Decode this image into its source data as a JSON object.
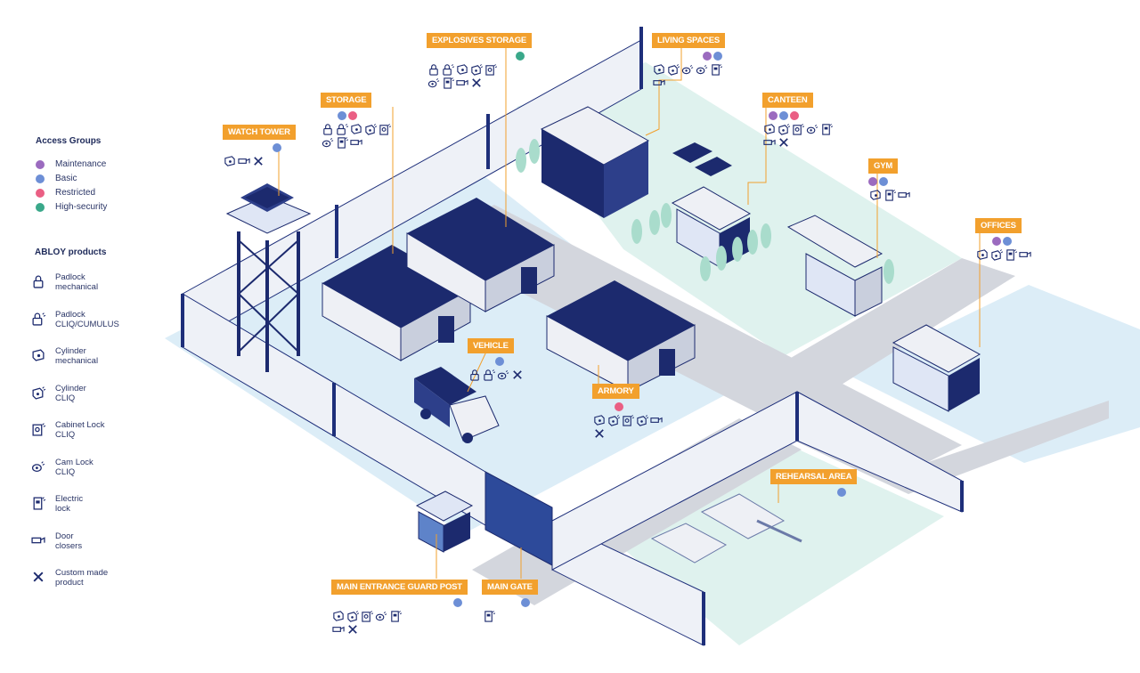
{
  "colors": {
    "maintenance": "#9b6bbf",
    "basic": "#6d8fd6",
    "restricted": "#ea5f84",
    "high_security": "#3aa88a",
    "tag": "#f2a02d",
    "navy": "#1c2a6e"
  },
  "legend": {
    "groups_title": "Access Groups",
    "groups": [
      {
        "key": "maintenance",
        "label": "Maintenance"
      },
      {
        "key": "basic",
        "label": "Basic"
      },
      {
        "key": "restricted",
        "label": "Restricted"
      },
      {
        "key": "high_security",
        "label": "High-security"
      }
    ],
    "products_title": "ABLOY products",
    "products": [
      {
        "icon": "padlock-mechanical-icon",
        "line1": "Padlock",
        "line2": "mechanical"
      },
      {
        "icon": "padlock-cliq-icon",
        "line1": "Padlock",
        "line2": "CLIQ/CUMULUS"
      },
      {
        "icon": "cylinder-mechanical-icon",
        "line1": "Cylinder",
        "line2": "mechanical"
      },
      {
        "icon": "cylinder-cliq-icon",
        "line1": "Cylinder",
        "line2": "CLIQ"
      },
      {
        "icon": "cabinet-lock-cliq-icon",
        "line1": "Cabinet Lock",
        "line2": "CLIQ"
      },
      {
        "icon": "cam-lock-cliq-icon",
        "line1": "Cam Lock",
        "line2": "CLIQ"
      },
      {
        "icon": "electric-lock-icon",
        "line1": "Electric",
        "line2": "lock"
      },
      {
        "icon": "door-closer-icon",
        "line1": "Door",
        "line2": "closers"
      },
      {
        "icon": "custom-product-icon",
        "line1": "Custom made",
        "line2": "product"
      }
    ]
  },
  "locations": {
    "watch_tower": {
      "label": "WATCH TOWER",
      "groups": [
        "basic"
      ],
      "products": [
        "cylinder-mechanical",
        "door-closer",
        "custom"
      ]
    },
    "storage": {
      "label": "STORAGE",
      "groups": [
        "basic",
        "restricted"
      ],
      "products": [
        "padlock-mechanical",
        "padlock-cliq",
        "cylinder-mechanical",
        "cylinder-cliq",
        "cabinet-lock",
        "cam-lock",
        "electric-lock",
        "door-closer"
      ]
    },
    "explosives_storage": {
      "label": "EXPLOSIVES STORAGE",
      "groups": [
        "high_security"
      ],
      "products": [
        "padlock-mechanical",
        "padlock-cliq",
        "cylinder-mechanical",
        "cylinder-cliq",
        "cabinet-lock",
        "cam-lock",
        "electric-lock",
        "door-closer",
        "custom"
      ]
    },
    "living_spaces": {
      "label": "LIVING SPACES",
      "groups": [
        "maintenance",
        "basic"
      ],
      "products": [
        "cylinder-mechanical",
        "cylinder-cliq",
        "cam-lock",
        "cam-lock",
        "electric-lock",
        "door-closer"
      ]
    },
    "canteen": {
      "label": "CANTEEN",
      "groups": [
        "maintenance",
        "basic",
        "restricted"
      ],
      "products": [
        "cylinder-mechanical",
        "cylinder-cliq",
        "cabinet-lock",
        "cam-lock",
        "electric-lock",
        "door-closer",
        "custom"
      ]
    },
    "gym": {
      "label": "GYM",
      "groups": [
        "maintenance",
        "basic"
      ],
      "products": [
        "cylinder-mechanical",
        "electric-lock",
        "door-closer"
      ]
    },
    "offices": {
      "label": "OFFICES",
      "groups": [
        "maintenance",
        "basic"
      ],
      "products": [
        "cylinder-mechanical",
        "cylinder-cliq",
        "electric-lock",
        "door-closer"
      ]
    },
    "vehicle": {
      "label": "VEHICLE",
      "groups": [
        "basic"
      ],
      "products": [
        "padlock-mechanical",
        "padlock-cliq",
        "cam-lock",
        "custom"
      ]
    },
    "armory": {
      "label": "ARMORY",
      "groups": [
        "restricted"
      ],
      "products": [
        "cylinder-mechanical",
        "cylinder-cliq",
        "cabinet-lock",
        "cylinder-cliq",
        "door-closer",
        "custom"
      ]
    },
    "rehearsal_area": {
      "label": "REHEARSAL AREA",
      "groups": [
        "basic"
      ],
      "products": []
    },
    "main_entrance_guard_post": {
      "label": "MAIN ENTRANCE GUARD POST",
      "groups": [
        "basic"
      ],
      "products": [
        "cylinder-mechanical",
        "cylinder-cliq",
        "cabinet-lock",
        "cam-lock",
        "electric-lock",
        "door-closer",
        "custom"
      ]
    },
    "main_gate": {
      "label": "MAIN GATE",
      "groups": [
        "basic"
      ],
      "products": [
        "electric-lock"
      ]
    }
  }
}
